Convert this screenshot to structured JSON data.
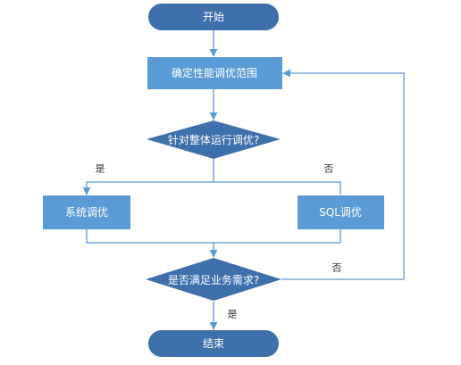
{
  "colors": {
    "line": "#5b9bd5",
    "terminal": "#3e70ab",
    "process": "#5b9bd5",
    "decision": "#3e70ab",
    "process_text": "#ffffff",
    "edge_text": "#333333"
  },
  "nodes": {
    "start": "开始",
    "scope": "确定性能调优范围",
    "decision_overall": "针对整体运行调优?",
    "system_tuning": "系统调优",
    "sql_tuning": "SQL调优",
    "decision_requirements": "是否满足业务需求?",
    "end": "结束"
  },
  "edges": {
    "overall_yes": "是",
    "overall_no": "否",
    "requirements_no": "否",
    "requirements_yes": "是"
  }
}
